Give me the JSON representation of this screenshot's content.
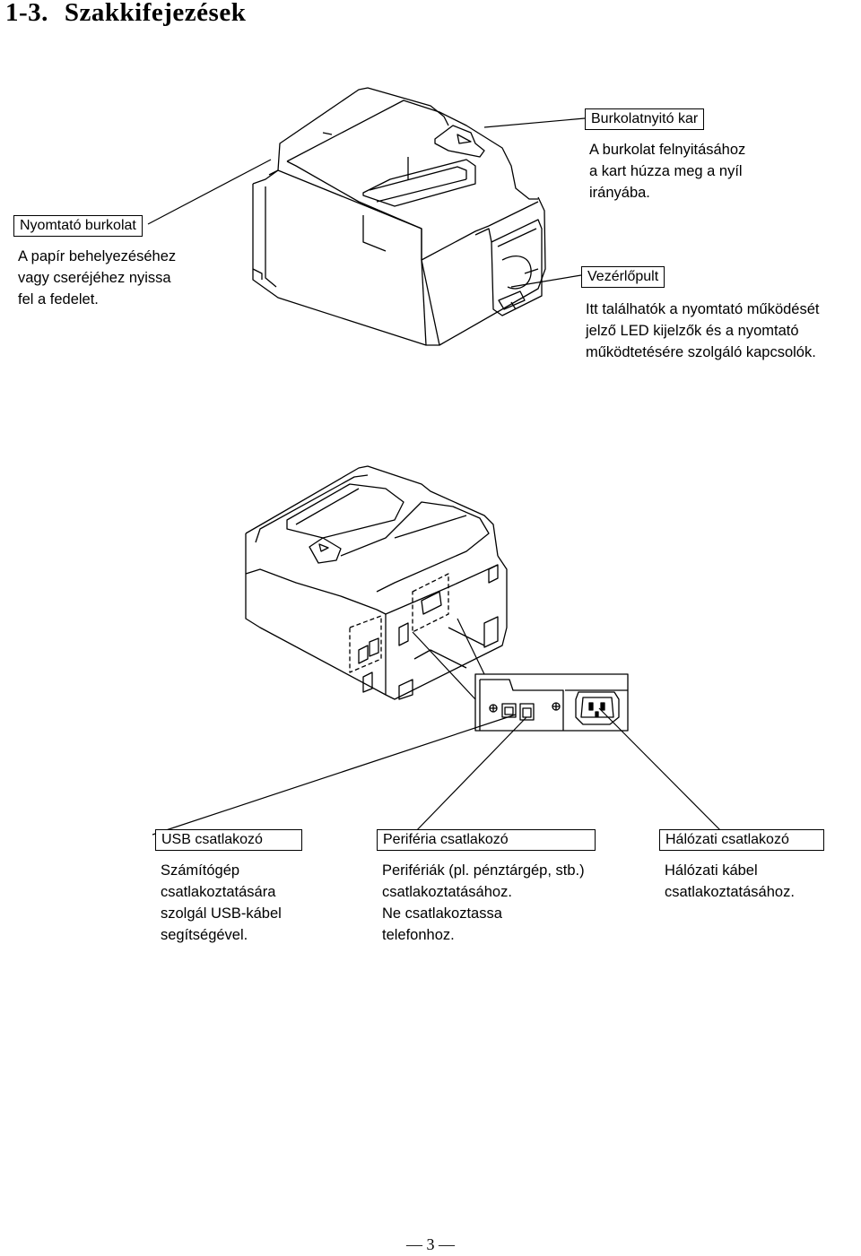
{
  "heading": {
    "number": "1-3.",
    "title": "Szakkifejezések"
  },
  "callouts": {
    "printer_cover": {
      "label": "Nyomtató burkolat",
      "lines": [
        "A papír behelyezéséhez",
        "vagy cseréjéhez nyissa",
        "fel a fedelet."
      ]
    },
    "cover_lever": {
      "label": "Burkolatnyitó kar",
      "lines": [
        "A burkolat felnyitásához",
        "a kart húzza meg a nyíl",
        "irányába."
      ]
    },
    "control_panel": {
      "label": "Vezérlőpult",
      "lines": [
        "Itt találhatók a nyomtató működését",
        "jelző LED kijelzők és a nyomtató",
        "működtetésére szolgáló kapcsolók."
      ]
    },
    "usb": {
      "label": "USB csatlakozó",
      "lines": [
        "Számítógép",
        "csatlakoztatására",
        "szolgál USB-kábel",
        "segítségével."
      ]
    },
    "peripheral": {
      "label": "Periféria csatlakozó",
      "lines": [
        "Perifériák (pl. pénztárgép, stb.)",
        "csatlakoztatásához.",
        "Ne csatlakoztassa",
        "telefonhoz."
      ]
    },
    "power": {
      "label": "Hálózati csatlakozó",
      "lines": [
        "Hálózati kábel",
        "csatlakoztatásához."
      ]
    }
  },
  "page_number": "3"
}
